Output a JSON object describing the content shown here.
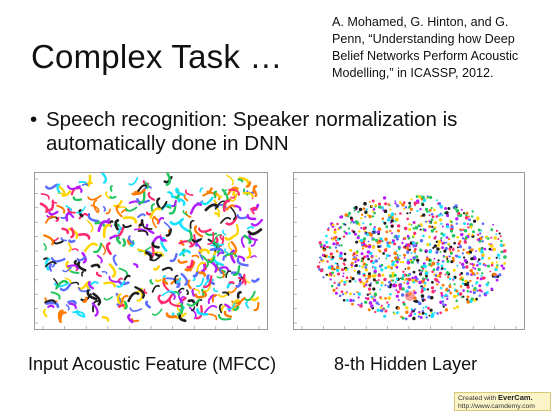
{
  "slide": {
    "title": "Complex Task …",
    "citation": [
      "A. Mohamed, G. Hinton, and G.",
      "Penn, “Understanding how Deep",
      "Belief Networks Perform Acoustic",
      "Modelling,” in ICASSP, 2012."
    ],
    "bullet_symbol": "•",
    "bullet_line1": "Speech recognition: Speaker normalization is",
    "bullet_line2": "automatically done in DNN"
  },
  "figures": {
    "left_caption": "Input Acoustic Feature (MFCC)",
    "right_caption": "8-th Hidden Layer"
  },
  "watermark": {
    "prefix": "Created with",
    "brand": "EverCam.",
    "url": "http://www.camdemy.com"
  },
  "colors": {
    "series": [
      "#ff2a6d",
      "#18e0ff",
      "#22c55e",
      "#1e1e1e",
      "#b21cff",
      "#ffd400",
      "#ff7a00",
      "#5b6cff"
    ]
  }
}
